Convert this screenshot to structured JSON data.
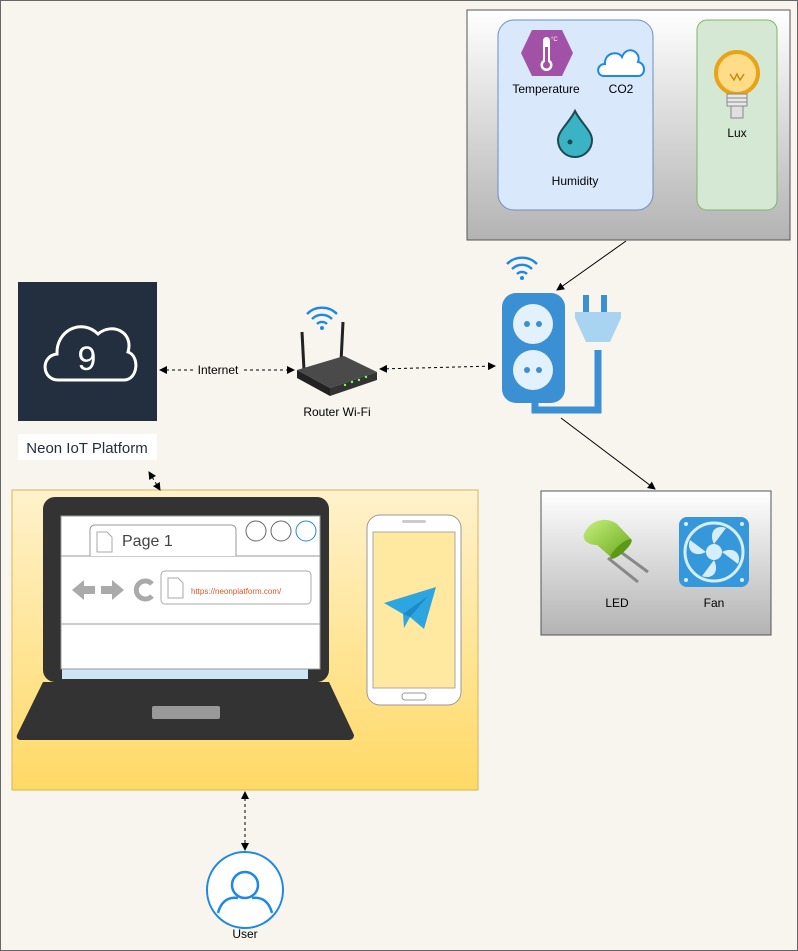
{
  "labels": {
    "temperature": "Temperature",
    "co2": "CO2",
    "humidity": "Humidity",
    "lux": "Lux",
    "router": "Router Wi-Fi",
    "internet": "Internet",
    "platform": "Neon IoT Platform",
    "cloud_number": "9",
    "led": "LED",
    "fan": "Fan",
    "user": "User",
    "browser_tab": "Page 1",
    "browser_url": "https://neonplatform.com/"
  },
  "colors": {
    "background": "#f8f5ee",
    "sensor_panel": "#dae8fc",
    "lux_panel": "#d5e8d4",
    "platform_box": "#232f3e",
    "client_area": "#ffe8a0",
    "wifi": "#1e88e5",
    "plug": "#3b8fd3",
    "temperature_icon": "#a152a6",
    "user_icon": "#1e88e5",
    "telegram": "#2ca5e0",
    "url_text": "#e0572a"
  },
  "icons": [
    "thermometer-icon",
    "cloud-icon",
    "water-drop-icon",
    "light-bulb-icon",
    "wifi-icon",
    "router-icon",
    "smart-plug-icon",
    "cloud-platform-icon",
    "led-icon",
    "fan-icon",
    "laptop-icon",
    "browser-window-icon",
    "phone-icon",
    "telegram-icon",
    "user-icon"
  ]
}
